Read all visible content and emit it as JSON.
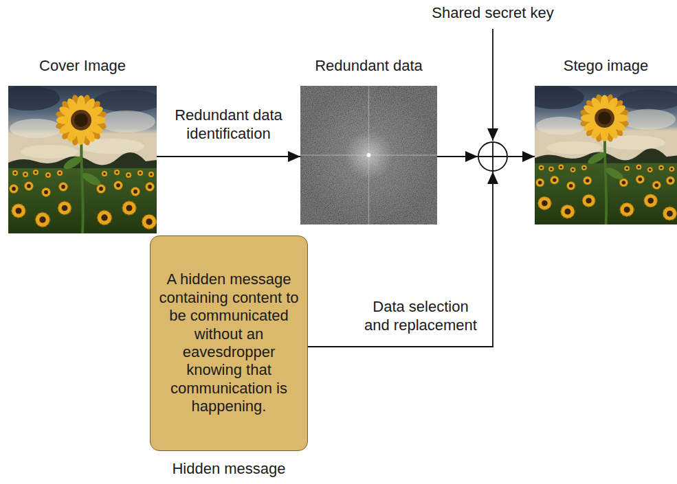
{
  "diagram": {
    "nodes": [
      {
        "text": [
          "Cover Image"
        ]
      },
      {
        "text": [
          "Redundant data"
        ]
      },
      {
        "text": []
      },
      {
        "text": [
          "Stego image"
        ]
      },
      {
        "text": [
          "A hidden message containing content to be communicated without an eavesdropper knowing that communication is happening.",
          "Hidden message"
        ]
      }
    ],
    "edges": [
      {
        "from": 0,
        "to": 1,
        "arrow": "to",
        "label": "Redundant data identification"
      },
      {
        "from": 1,
        "to": 2,
        "arrow": "to"
      },
      {
        "from": 4,
        "to": 2,
        "arrow": "to",
        "label": "Data selection and replacement"
      },
      {
        "from": 2,
        "to": 3,
        "arrow": "to"
      }
    ],
    "labels": [
      "Shared secret key"
    ]
  }
}
